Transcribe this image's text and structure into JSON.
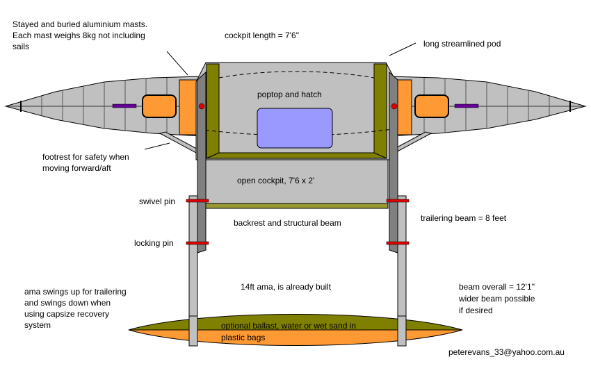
{
  "colors": {
    "hull_grey": "#c0c0c0",
    "dark_grey": "#808080",
    "olive": "#808000",
    "orange": "#ff9933",
    "hatch_blue": "#9999ff",
    "pin_red": "#e00000",
    "mast_purple": "#660099"
  },
  "labels": {
    "masts_line1": "Stayed and buried aluminium masts.",
    "masts_line2": "Each mast weighs 8kg not including",
    "masts_line3": "sails",
    "cockpit_length": "cockpit length = 7'6\"",
    "pod": "long streamlined pod",
    "poptop": "poptop and hatch",
    "footrest_line1": "footrest for safety when",
    "footrest_line2": "moving forward/aft",
    "open_cockpit": "open cockpit, 7'6 x 2'",
    "swivel_pin": "swivel pin",
    "backrest": "backrest and structural beam",
    "trailering_beam": "trailering beam = 8 feet",
    "locking_pin": "locking pin",
    "ama_swing_line1": "ama swings up for trailering",
    "ama_swing_line2": "and swings down when",
    "ama_swing_line3": "using capsize recovery",
    "ama_swing_line4": "system",
    "ama_built": "14ft ama, is already built",
    "beam_line1": "beam overall = 12'1\"",
    "beam_line2": "wider beam possible",
    "beam_line3": "if desired",
    "ballast_line1": "optional ballast, water or wet sand in",
    "ballast_line2": "plastic bags",
    "email": "peterevans_33@yahoo.com.au"
  }
}
